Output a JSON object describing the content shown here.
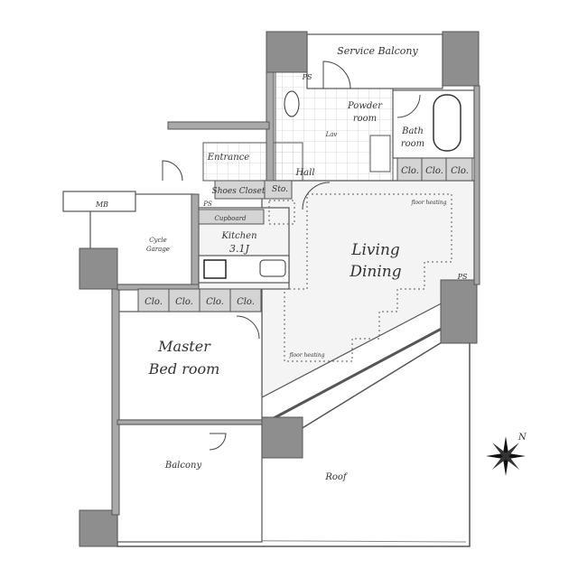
{
  "rooms": {
    "service_balcony": "Service Balcony",
    "ps_top": "PS",
    "powder_room_1": "Powder",
    "powder_room_2": "room",
    "lav": "Lav",
    "bath_room_1": "Bath",
    "bath_room_2": "room",
    "entrance": "Entrance",
    "hall": "Hall",
    "shoes_closet": "Shoes Closet",
    "storage": "Sto.",
    "ps_entrance": "PS",
    "cupboard": "Cupboard",
    "kitchen": "Kitchen",
    "kitchen_size": "3.1J",
    "mb": "MB",
    "cycle_garage_1": "Cycle",
    "cycle_garage_2": "Garage",
    "living_1": "Living",
    "living_2": "Dining",
    "ps_living": "PS",
    "floor_heating_top": "floor heating",
    "floor_heating_living": "floor heating",
    "master_1": "Master",
    "master_2": "Bed room",
    "balcony": "Balcony",
    "roof": "Roof",
    "compass_n": "N"
  },
  "closets": {
    "bath_side": [
      "Clo.",
      "Clo.",
      "Clo."
    ],
    "bedroom_side": [
      "Clo.",
      "Clo.",
      "Clo.",
      "Clo."
    ]
  }
}
